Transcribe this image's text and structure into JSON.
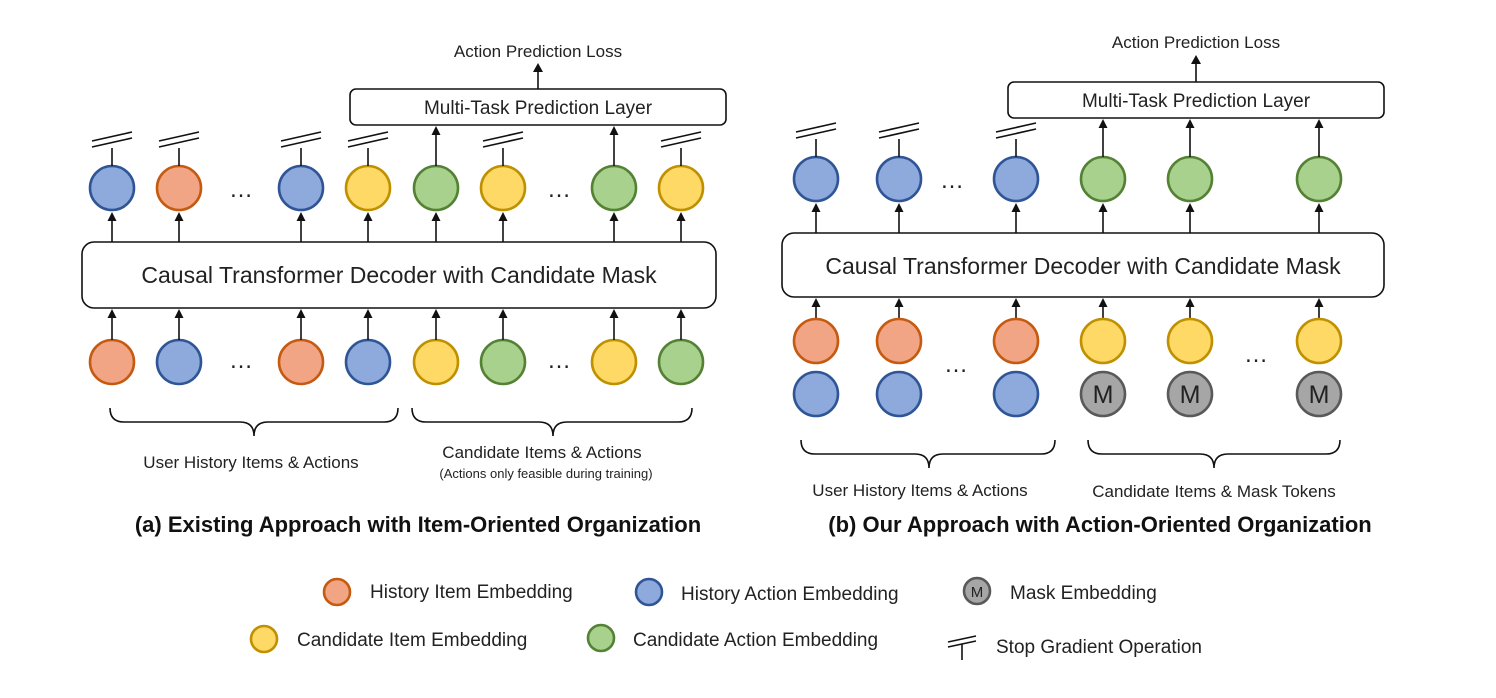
{
  "colors": {
    "history_item": {
      "fill": "#F2A584",
      "stroke": "#C55A11"
    },
    "history_action": {
      "fill": "#8EA9DB",
      "stroke": "#2F5597"
    },
    "candidate_item": {
      "fill": "#FFD966",
      "stroke": "#BF9000"
    },
    "candidate_action": {
      "fill": "#A9D18E",
      "stroke": "#548235"
    },
    "mask": {
      "fill": "#A6A6A6",
      "stroke": "#595959"
    }
  },
  "panel_a": {
    "title": "(a) Existing Approach with Item-Oriented Organization",
    "loss_label": "Action Prediction Loss",
    "prediction_layer": "Multi-Task Prediction Layer",
    "decoder": "Causal Transformer Decoder with Candidate Mask",
    "history_group_label": "User History Items & Actions",
    "candidate_group_label": "Candidate Items & Actions",
    "candidate_group_note": "(Actions only feasible during training)",
    "ellipsis": "…"
  },
  "panel_b": {
    "title": "(b) Our Approach with Action-Oriented Organization",
    "loss_label": "Action Prediction Loss",
    "prediction_layer": "Multi-Task Prediction Layer",
    "decoder": "Causal Transformer Decoder with Candidate Mask",
    "history_group_label": "User History Items & Actions",
    "candidate_group_label": "Candidate Items & Mask Tokens",
    "mask_token": "M",
    "ellipsis": "…"
  },
  "legend": {
    "history_item": "History Item Embedding",
    "history_action": "History Action Embedding",
    "mask": "Mask Embedding",
    "mask_symbol": "M",
    "candidate_item": "Candidate Item Embedding",
    "candidate_action": "Candidate Action Embedding",
    "stop_gradient": "Stop Gradient Operation"
  }
}
